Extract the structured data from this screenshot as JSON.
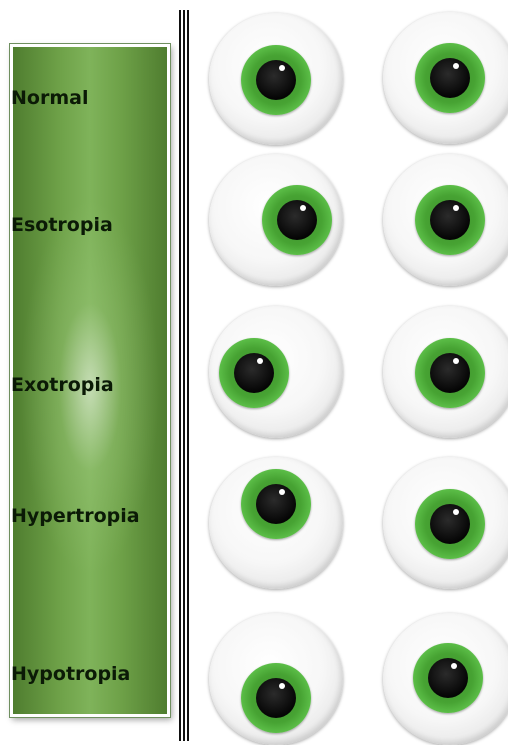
{
  "labels": [
    "Normal",
    "Esotropia",
    "Exotropia",
    "Hypertropia",
    "Hypotropia"
  ],
  "colors": {
    "panel": "#5b8c38",
    "iris": "#47a333",
    "pupil": "#050505",
    "divider": "#111111"
  },
  "rows": [
    {
      "name": "Normal",
      "left_eye": "centered",
      "right_eye": "centered"
    },
    {
      "name": "Esotropia",
      "left_eye": "deviated inward",
      "right_eye": "centered"
    },
    {
      "name": "Exotropia",
      "left_eye": "deviated outward",
      "right_eye": "centered"
    },
    {
      "name": "Hypertropia",
      "left_eye": "deviated upward",
      "right_eye": "centered"
    },
    {
      "name": "Hypotropia",
      "left_eye": "deviated downward",
      "right_eye": "centered"
    }
  ]
}
